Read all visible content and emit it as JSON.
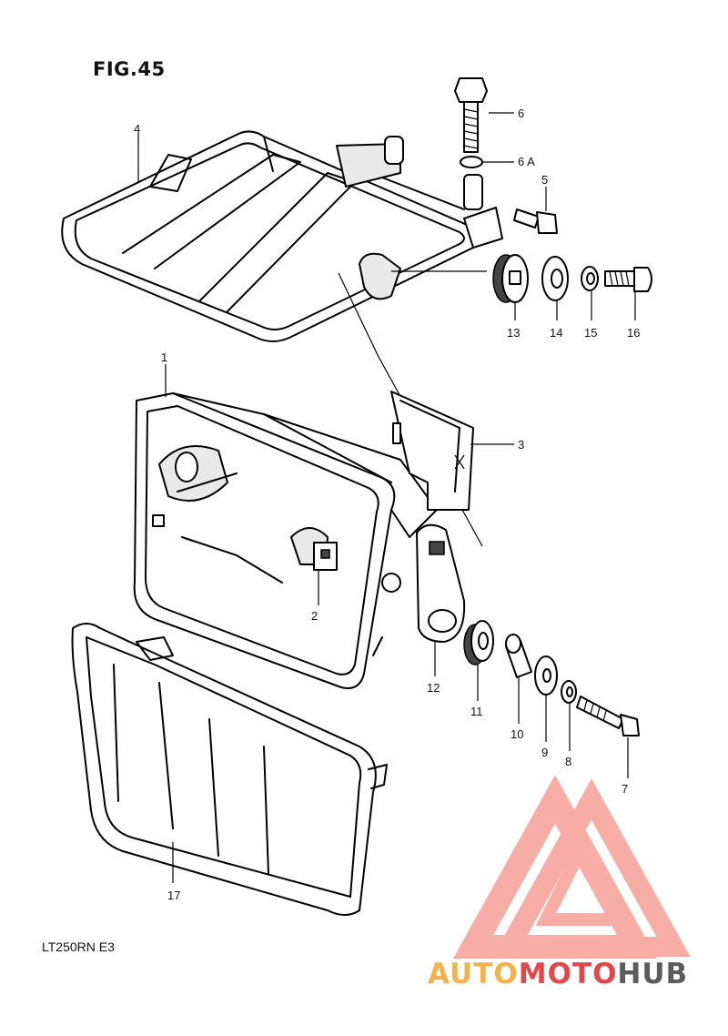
{
  "figure": {
    "title": "FIG.45",
    "model": "LT250RN E3"
  },
  "callouts": [
    "1",
    "2",
    "3",
    "4",
    "5",
    "6",
    "6 A",
    "7",
    "8",
    "9",
    "10",
    "11",
    "12",
    "13",
    "14",
    "15",
    "16",
    "17"
  ],
  "watermark": {
    "parts": [
      "AUTO",
      "MOTO",
      "HUB"
    ],
    "colors": {
      "auto": "#f6b24a",
      "moto": "#e2474b",
      "hub": "#5c5c5c",
      "logo": "#f26a5e"
    }
  }
}
